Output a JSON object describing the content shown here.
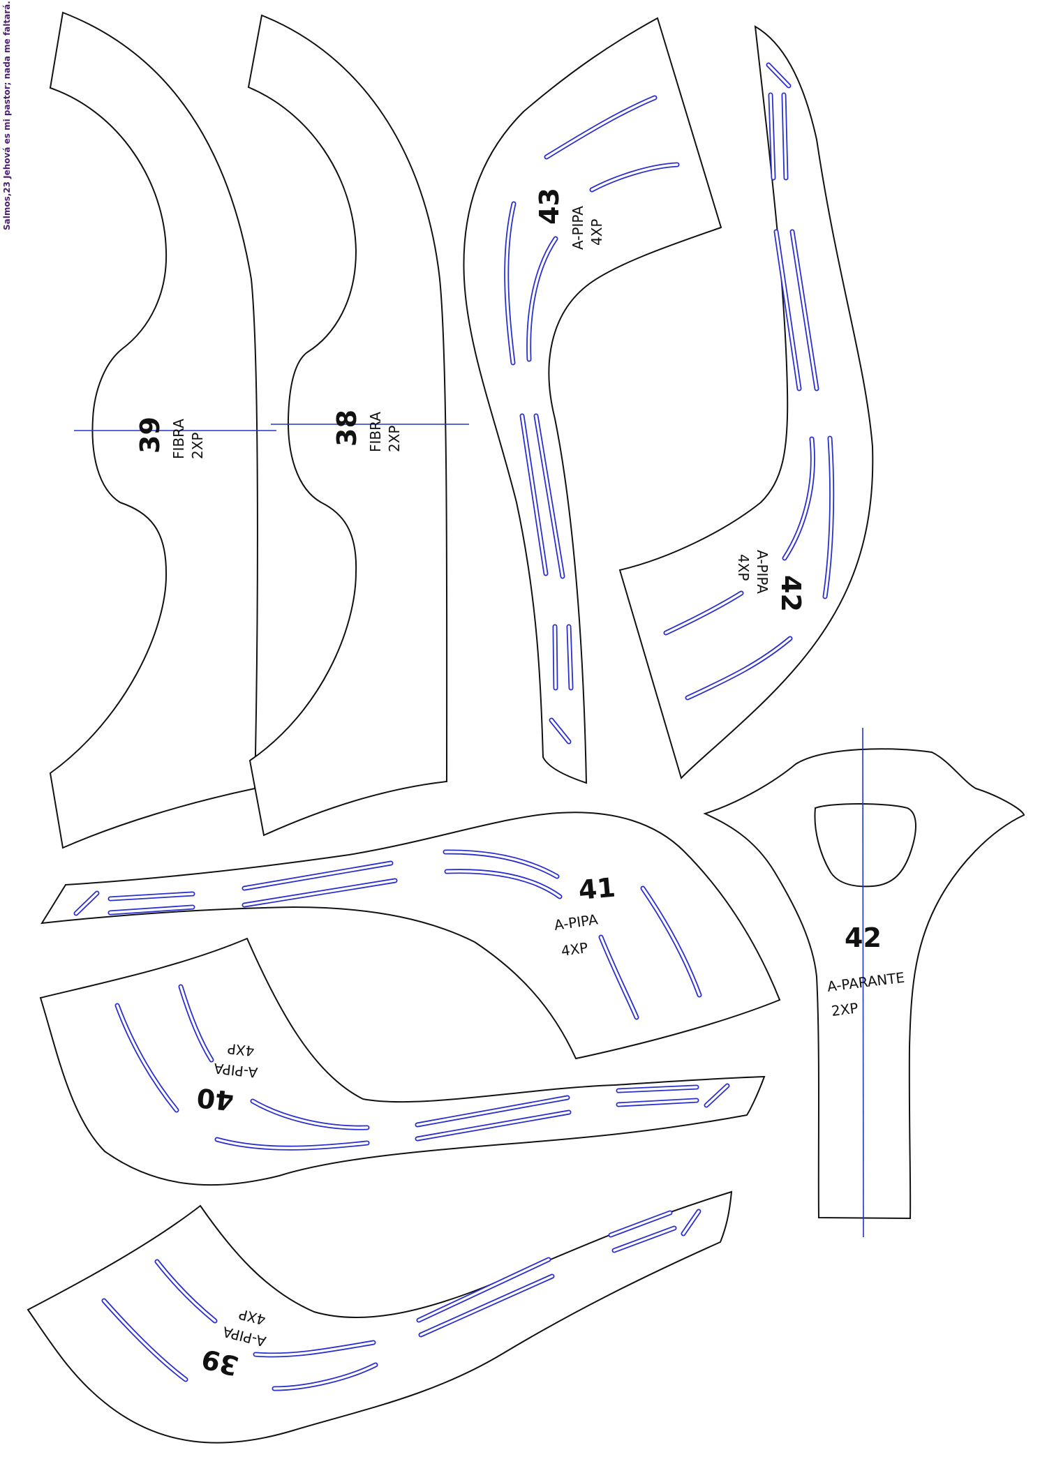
{
  "side_note": "Salmos,23 Jehová es mi pastor; nada me faltará.",
  "pieces": [
    {
      "id": "p39f",
      "number": "39",
      "lines": [
        "FIBRA",
        "2XP"
      ]
    },
    {
      "id": "p38f",
      "number": "38",
      "lines": [
        "FIBRA",
        "2XP"
      ]
    },
    {
      "id": "p43",
      "number": "43",
      "lines": [
        "A-PIPA",
        "4XP"
      ]
    },
    {
      "id": "p42a",
      "number": "42",
      "lines": [
        "A-PIPA",
        "4XP"
      ]
    },
    {
      "id": "p41",
      "number": "41",
      "lines": [
        "A-PIPA",
        "4XP"
      ]
    },
    {
      "id": "p40",
      "number": "40",
      "lines": [
        "A-PIPA",
        "4XP"
      ]
    },
    {
      "id": "p39a",
      "number": "39",
      "lines": [
        "A-PIPA",
        "4XP"
      ]
    },
    {
      "id": "p42b",
      "number": "42",
      "lines": [
        "A-PARANTE",
        "2XP"
      ]
    }
  ],
  "colors": {
    "outline": "#111111",
    "slot": "#2a2fd0",
    "axis": "#2233cc",
    "side_note": "#4b1f6f"
  }
}
